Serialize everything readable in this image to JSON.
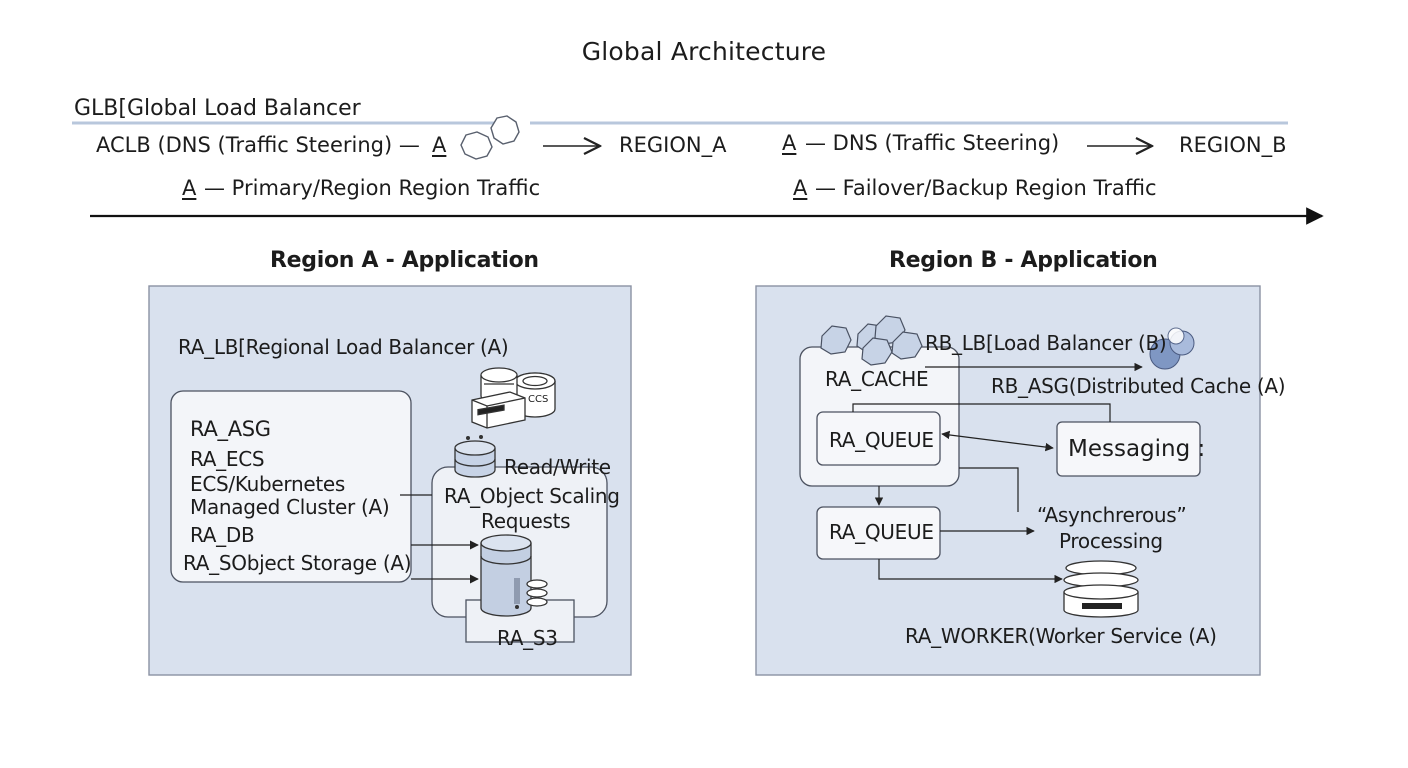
{
  "title": "Global Architecture",
  "glb": {
    "label": "GLB[Global Load Balancer",
    "row1": {
      "aclb": "ACLB (DNS (Traffic Steering) —",
      "a_left": "A",
      "region_a": "REGION_A",
      "a_right": "A",
      "dns_right": "— DNS (Traffic Steering)",
      "region_b": "REGION_B"
    },
    "row2": {
      "a_primary": "A",
      "primary": "— Primary/Region Region Traffic",
      "a_failover": "A",
      "failover": "— Failover/Backup Region Traffic"
    }
  },
  "region_a": {
    "title": "Region A - Application",
    "lb": "RA_LB[Regional Load Balancer (A)",
    "asg": "RA_ASG",
    "ecs": "RA_ECS",
    "ecs_k8s_1": "ECS/Kubernetes",
    "ecs_k8s_2": "Managed Cluster (A)",
    "db": "RA_DB",
    "storage": "RA_SObject Storage (A)",
    "ccs": "CCS",
    "read_write": "Read/Write",
    "scaling_1": "RA_Object Scaling",
    "scaling_2": "Requests",
    "s3": "RA_S3"
  },
  "region_b": {
    "title": "Region B - Application",
    "lb": "RB_LB[Load Balancer (B)",
    "cache": "RA_CACHE",
    "asg": "RB_ASG(Distributed Cache (A)",
    "queue_1": "RA_QUEUE",
    "messaging": "Messaging :",
    "queue_2": "RA_QUEUE",
    "async_1": "“Asynchrerous”",
    "async_2": "Processing",
    "worker": "RA_WORKER(Worker Service (A)"
  },
  "colors": {
    "panel_fill": "#d9e1ee",
    "panel_border": "#8a92a3",
    "node_fill": "#f3f5f9",
    "line": "#222222",
    "glb_rule": "#b8c7dc",
    "icon_fill": "#c7d3e6",
    "icon_stroke": "#3a4150"
  }
}
